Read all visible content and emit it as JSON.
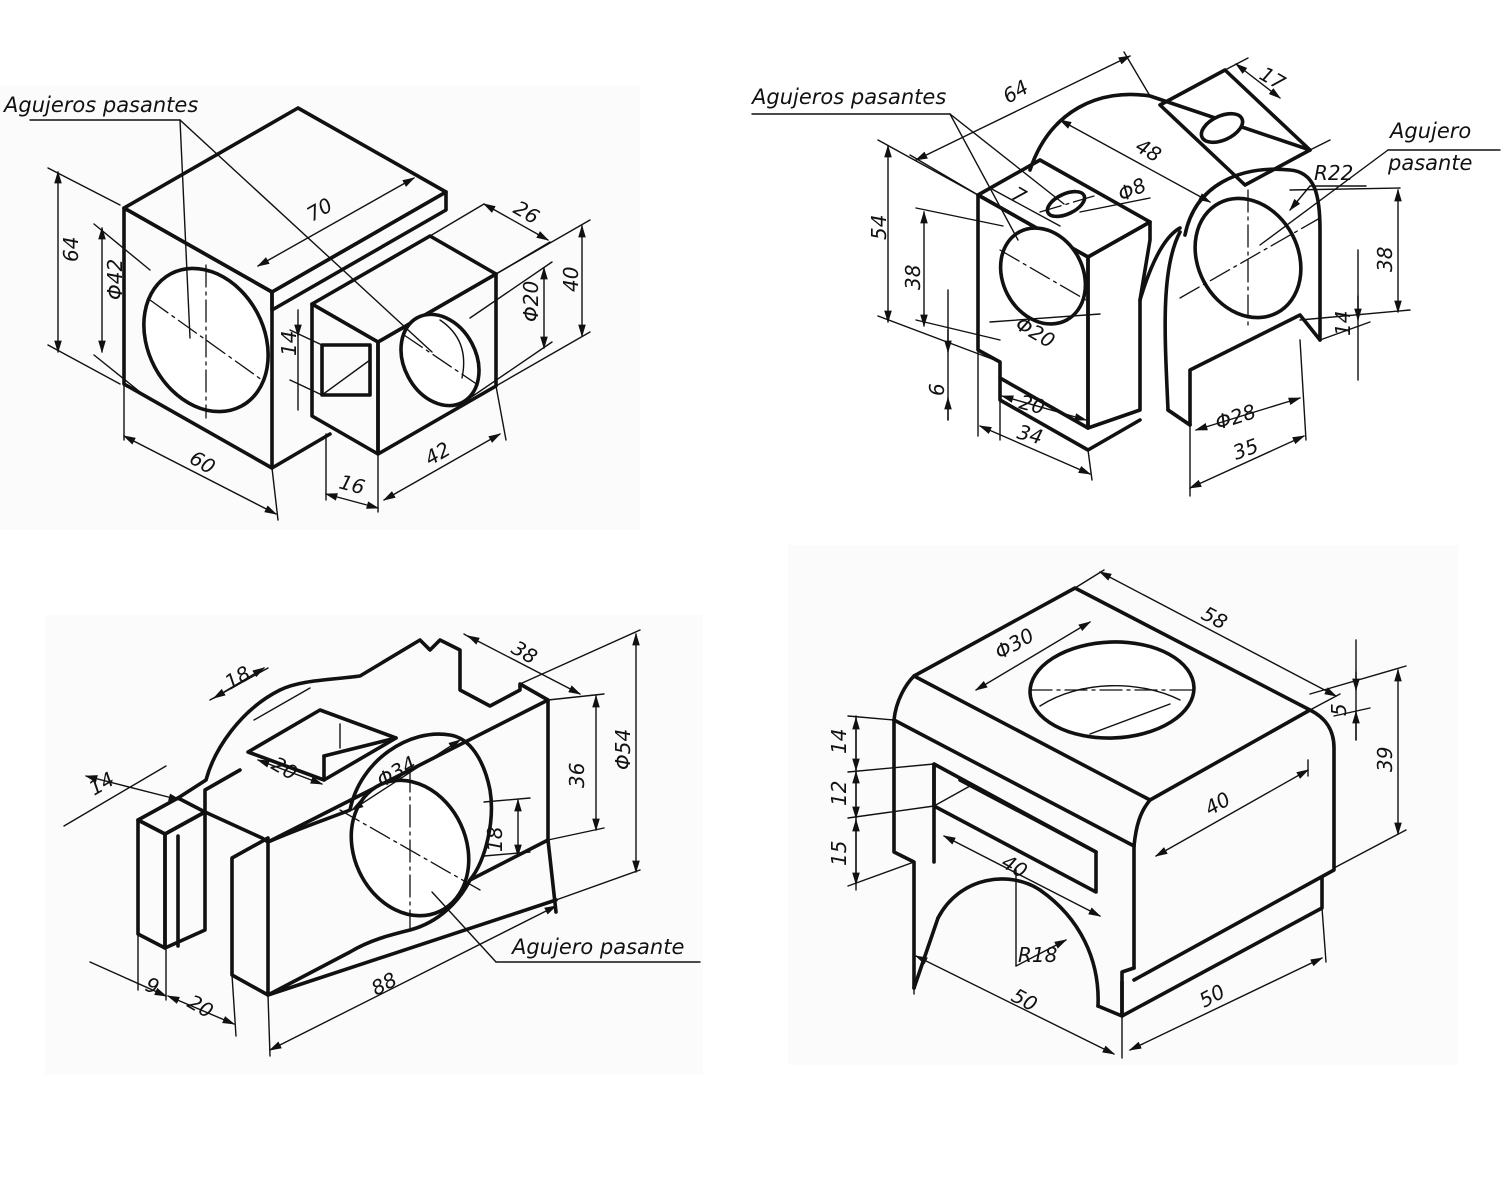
{
  "drawings": [
    {
      "id": "top-left",
      "labels": {
        "callout": "Agujeros pasantes",
        "d64": "64",
        "dia42": "Φ42",
        "d70": "70",
        "d26": "26",
        "dia20": "Φ20",
        "d40": "40",
        "d14": "14",
        "d60": "60",
        "d16": "16",
        "d42": "42"
      }
    },
    {
      "id": "top-right",
      "labels": {
        "callout_left": "Agujeros pasantes",
        "callout_right_1": "Agujero",
        "callout_right_2": "pasante",
        "d64": "64",
        "d17": "17",
        "d48": "48",
        "d7": "7",
        "dia8": "Φ8",
        "r22": "R22",
        "d54": "54",
        "d38_left": "38",
        "dia20": "Φ20",
        "d6": "6",
        "d20": "20",
        "d34": "34",
        "d38_right": "38",
        "d14": "14",
        "dia28": "Φ28",
        "d35": "35"
      }
    },
    {
      "id": "bottom-left",
      "labels": {
        "d18": "18",
        "d38": "38",
        "d14": "14",
        "d20_top": "20",
        "dia34": "Φ34",
        "d36": "36",
        "dia54": "Φ54",
        "d18_right": "18",
        "callout": "Agujero pasante",
        "d9": "9",
        "d20_bottom": "20",
        "d88": "88"
      }
    },
    {
      "id": "bottom-right",
      "labels": {
        "d58": "58",
        "dia30": "Φ30",
        "d14": "14",
        "d12": "12",
        "d15": "15",
        "d5": "5",
        "d39": "39",
        "d40_top": "40",
        "d40_mid": "40",
        "r18": "R18",
        "d50_left": "50",
        "d50_right": "50"
      }
    }
  ]
}
